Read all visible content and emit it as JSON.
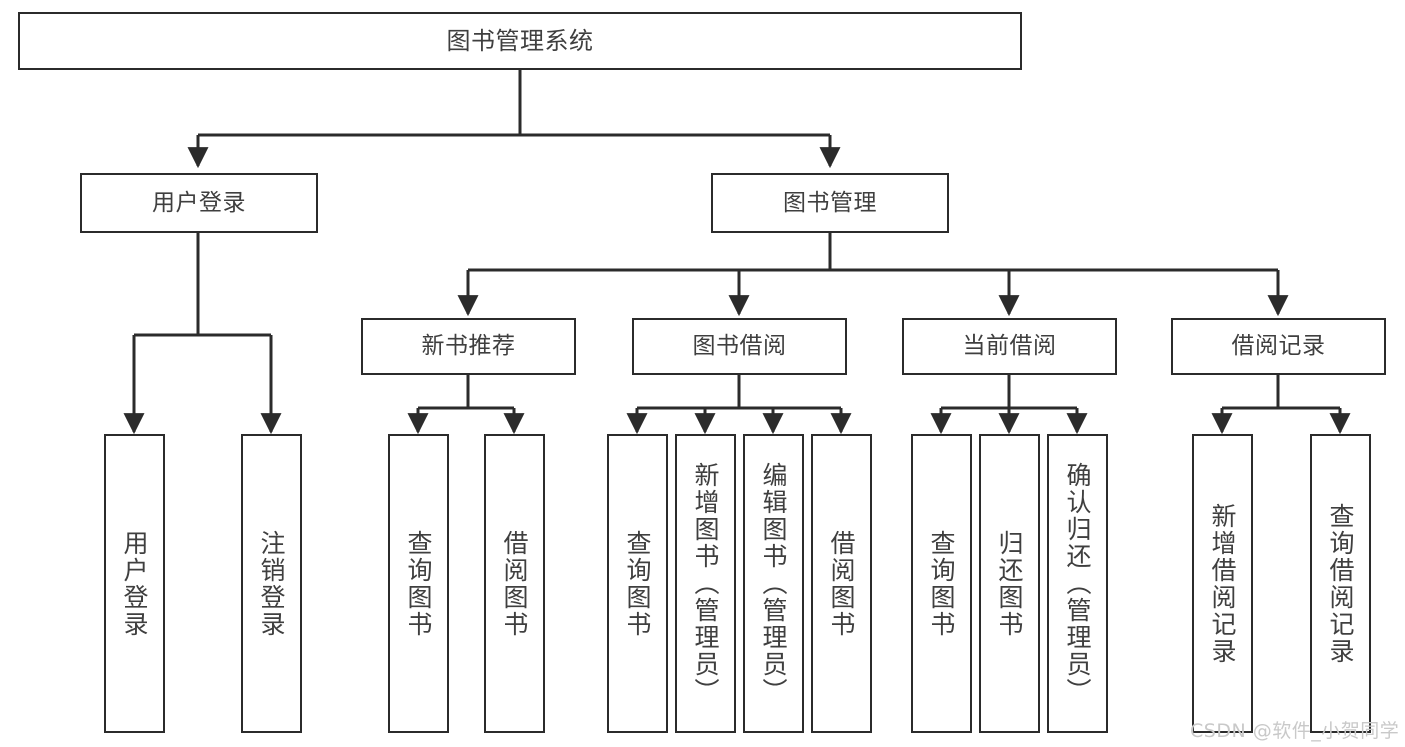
{
  "diagram": {
    "type": "tree",
    "title": "图书管理系统",
    "root": {
      "label": "图书管理系统"
    },
    "level2": [
      {
        "label": "用户登录"
      },
      {
        "label": "图书管理"
      }
    ],
    "level3": [
      {
        "label": "新书推荐"
      },
      {
        "label": "图书借阅"
      },
      {
        "label": "当前借阅"
      },
      {
        "label": "借阅记录"
      }
    ],
    "leaves": {
      "user_login": [
        {
          "label": "用户登录"
        },
        {
          "label": "注销登录"
        }
      ],
      "new_book_recommend": [
        {
          "label": "查询图书"
        },
        {
          "label": "借阅图书"
        }
      ],
      "book_borrow": [
        {
          "label": "查询图书"
        },
        {
          "label": "新增图书（管理员）"
        },
        {
          "label": "编辑图书（管理员）"
        },
        {
          "label": "借阅图书"
        }
      ],
      "current_borrow": [
        {
          "label": "查询图书"
        },
        {
          "label": "归还图书"
        },
        {
          "label": "确认归还（管理员）"
        }
      ],
      "borrow_record": [
        {
          "label": "新增借阅记录"
        },
        {
          "label": "查询借阅记录"
        }
      ]
    }
  },
  "watermark": {
    "text": "CSDN @软件_小贺同学"
  },
  "colors": {
    "stroke": "#2b2b2b",
    "text": "#3f3f3f",
    "background": "#ffffff",
    "watermark": "#c9c9c9"
  }
}
